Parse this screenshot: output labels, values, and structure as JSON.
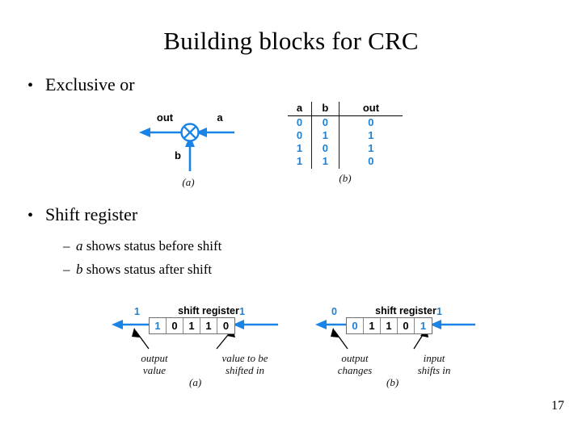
{
  "slide": {
    "title": "Building blocks for CRC",
    "page_number": "17",
    "accent_blue": "#2080d2",
    "arrow_blue": "#1a84e6",
    "text_color": "#000000"
  },
  "bullets": [
    {
      "marker": "•",
      "text": "Exclusive or"
    },
    {
      "marker": "•",
      "text": "Shift register"
    }
  ],
  "sub_bullets": [
    {
      "marker": "–",
      "italic": "a",
      "text": " shows status before shift"
    },
    {
      "marker": "–",
      "italic": "b",
      "text": " shows status after shift"
    }
  ],
  "xor_figure": {
    "label_out": "out",
    "label_a": "a",
    "label_b": "b",
    "caption": "(a)",
    "symbol": "xor-circle-cross"
  },
  "truth_table": {
    "caption": "(b)",
    "headers": [
      "a",
      "b",
      "out"
    ],
    "rows": [
      [
        "0",
        "0",
        "0"
      ],
      [
        "0",
        "1",
        "1"
      ],
      [
        "1",
        "0",
        "1"
      ],
      [
        "1",
        "1",
        "0"
      ]
    ]
  },
  "shift_register_a": {
    "title": "shift register",
    "caption": "(a)",
    "cells": [
      {
        "value": "1",
        "highlight": true
      },
      {
        "value": "0",
        "highlight": false
      },
      {
        "value": "1",
        "highlight": false
      },
      {
        "value": "1",
        "highlight": false
      },
      {
        "value": "0",
        "highlight": false
      }
    ],
    "left_value": "1",
    "right_value": "1",
    "note_left": "output\nvalue",
    "note_right": "value to be\nshifted in"
  },
  "shift_register_b": {
    "title": "shift register",
    "caption": "(b)",
    "cells": [
      {
        "value": "0",
        "highlight": true
      },
      {
        "value": "1",
        "highlight": false
      },
      {
        "value": "1",
        "highlight": false
      },
      {
        "value": "0",
        "highlight": false
      },
      {
        "value": "1",
        "highlight": true
      }
    ],
    "left_value": "0",
    "right_value": "1",
    "note_left": "output\nchanges",
    "note_right": "input\nshifts in"
  }
}
